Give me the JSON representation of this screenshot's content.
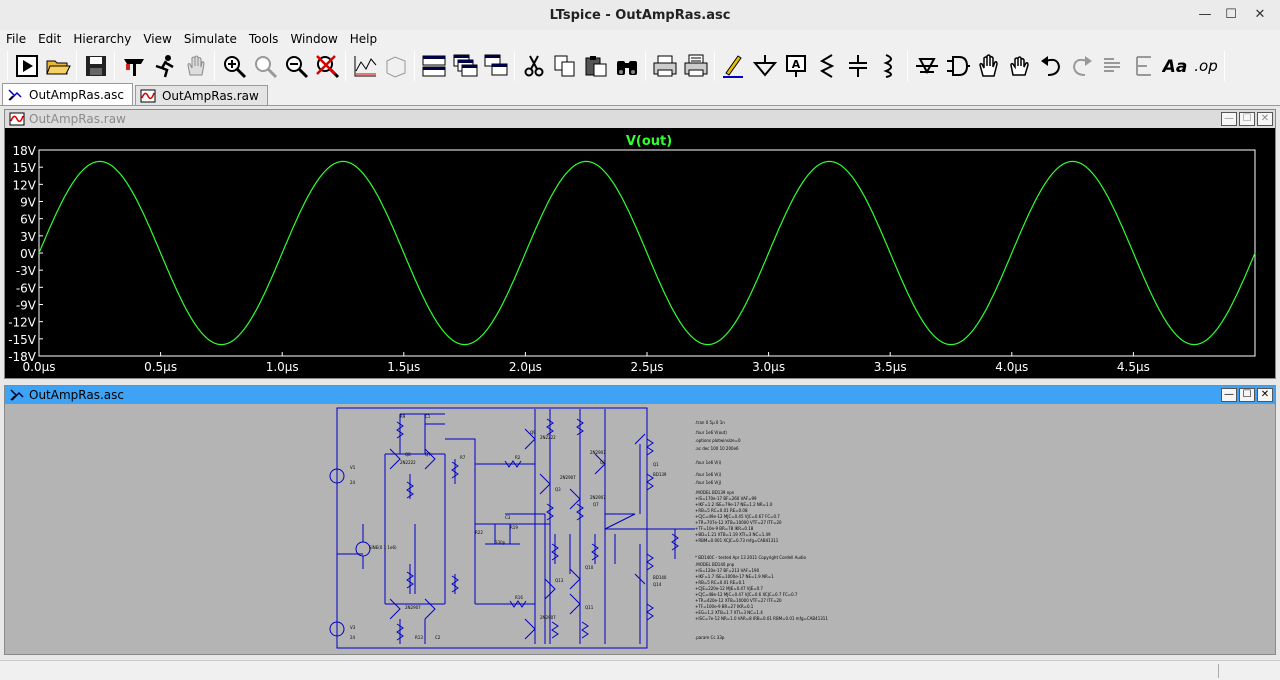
{
  "app": {
    "title": "LTspice - OutAmpRas.asc"
  },
  "window_controls": {
    "minimize": "—",
    "maximize": "☐",
    "close": "✕"
  },
  "menu": [
    "File",
    "Edit",
    "Hierarchy",
    "View",
    "Simulate",
    "Tools",
    "Window",
    "Help"
  ],
  "toolbar": {
    "icons": [
      "run-icon",
      "open-icon",
      "save-icon",
      "control-panel-icon",
      "halt-icon",
      "pan-hand-icon",
      "zoom-in-icon",
      "zoom-out-icon",
      "zoom-full-icon",
      "cancel-zoom-icon",
      "autorange-icon",
      "3d-icon",
      "tile-horizontal-icon",
      "cascade-icon",
      "tile-vertical-icon",
      "cut-icon",
      "copy-icon",
      "paste-icon",
      "find-icon",
      "print-icon",
      "print-setup-icon",
      "draw-wire-icon",
      "ground-icon",
      "label-net-icon",
      "resistor-icon",
      "capacitor-icon",
      "inductor-icon",
      "diode-icon",
      "component-icon",
      "move-icon",
      "drag-icon",
      "undo-icon",
      "redo-icon",
      "rotate-icon",
      "mirror-icon",
      "text-icon",
      "spice-directive-icon"
    ],
    "text_aa": "Aa",
    "text_op": ".op"
  },
  "tabs": [
    {
      "label": "OutAmpRas.asc",
      "active": true,
      "icon": "schematic-icon"
    },
    {
      "label": "OutAmpRas.raw",
      "active": false,
      "icon": "waveform-icon"
    }
  ],
  "plot_window": {
    "title": "OutAmpRas.raw",
    "trace_label": "V(out)",
    "trace_color": "#2fff2f",
    "background": "#000000",
    "axis_color": "#ffffff"
  },
  "schematic_window": {
    "title": "OutAmpRas.asc",
    "background": "#b4b4b4",
    "wire_color": "#0000c8"
  },
  "chart_data": {
    "type": "line",
    "series": [
      {
        "name": "V(out)",
        "color": "#2fff2f"
      }
    ],
    "title": "V(out)",
    "xlabel": "",
    "ylabel": "",
    "xlim": [
      0,
      5
    ],
    "ylim": [
      -18,
      18
    ],
    "x_unit": "µs",
    "y_unit": "V",
    "x_ticks": [
      "0.0µs",
      "0.5µs",
      "1.0µs",
      "1.5µs",
      "2.0µs",
      "2.5µs",
      "3.0µs",
      "3.5µs",
      "4.0µs",
      "4.5µs"
    ],
    "y_ticks": [
      "18V",
      "15V",
      "12V",
      "9V",
      "6V",
      "3V",
      "0V",
      "-3V",
      "-6V",
      "-9V",
      "-12V",
      "-15V",
      "-18V"
    ],
    "waveform": {
      "shape": "sine",
      "amplitude_v": 16,
      "offset_v": 0,
      "period_us": 1.0,
      "phase_start_us": 0
    },
    "grid": false
  }
}
